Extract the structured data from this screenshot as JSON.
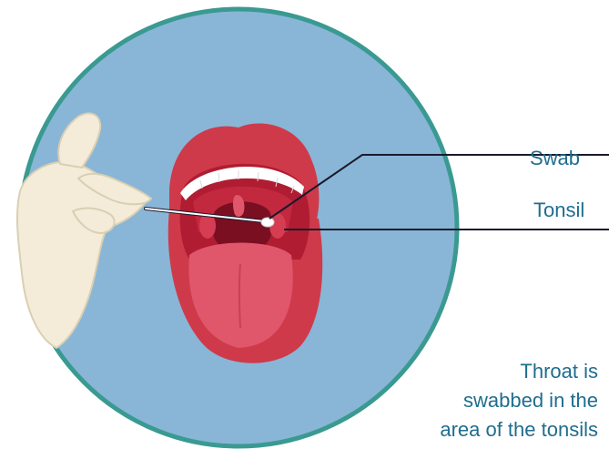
{
  "labels": {
    "swab": "Swab",
    "tonsil": "Tonsil"
  },
  "caption": {
    "line1": "Throat is",
    "line2": "swabbed in the",
    "line3": "area of the tonsils"
  },
  "colors": {
    "circle_fill": "#89b6d6",
    "circle_ring": "#3a9a92",
    "label_text": "#1f6d8f",
    "lips": "#cf3a4a",
    "tongue": "#e0566a",
    "throat": "#7a0f22",
    "glove": "#f4ecd8",
    "leader_line": "#1a1a2e"
  },
  "icons": [
    "gloved-hand-icon",
    "swab-stick-icon",
    "open-mouth-icon"
  ]
}
